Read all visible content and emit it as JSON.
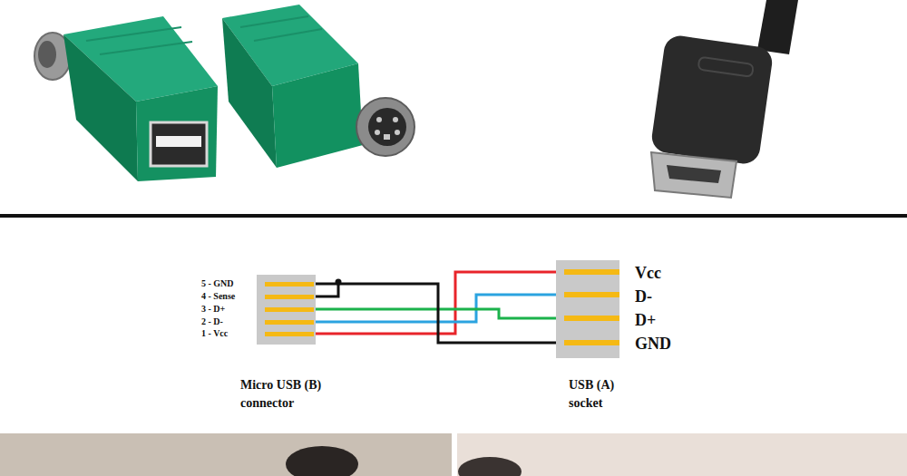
{
  "diagram": {
    "nodes": [
      {
        "text": [
          "Micro USB (B) connector"
        ]
      },
      {
        "text": [
          "USB (A) socket"
        ]
      }
    ],
    "edges": [
      {
        "from": 0,
        "to": 1,
        "arrow": "none"
      },
      {
        "from": 0,
        "to": 1,
        "arrow": "none"
      },
      {
        "from": 0,
        "to": 1,
        "arrow": "none"
      },
      {
        "from": 0,
        "to": 1,
        "arrow": "none"
      }
    ],
    "labels": [
      "5 - GND",
      "4 - Sense",
      "3 - D+",
      "2 - D-",
      "1 - Vcc",
      "Vcc",
      "D-",
      "D+",
      "GND"
    ]
  }
}
